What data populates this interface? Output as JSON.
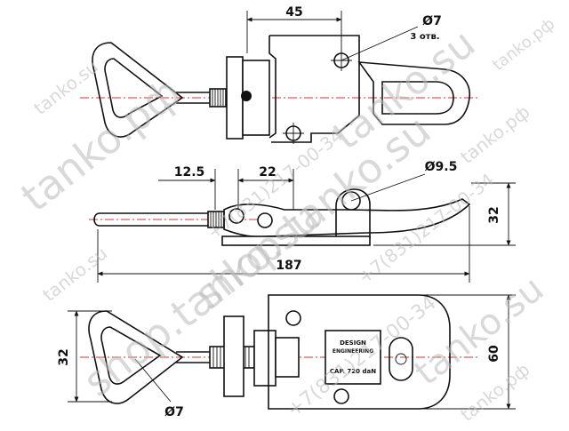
{
  "dimensions": {
    "top_width": "45",
    "hole_top": "Ø7",
    "hole_count": "3 отв.",
    "offset_left": "12.5",
    "offset_mid": "22",
    "pin_hole": "Ø9.5",
    "side_height": "32",
    "total_length": "187",
    "loop_height": "32",
    "base_width": "60",
    "rod_diameter": "Ø7"
  },
  "plate": {
    "brand_line1": "DESIGN",
    "brand_line2": "ENGINEERING",
    "capacity": "CAP. 720 daN"
  },
  "watermarks": {
    "w1": "tanko.su",
    "w2": "tanko.рф",
    "w3": "shop.tanko.su",
    "w4": "+7(831)217-00-34",
    "w5": "tanko.su",
    "w6": "+7(831)217-00-34",
    "w7": "tanko.su",
    "w8": "tanko.рф",
    "w9": "shop.tanko.su",
    "w10": "tanko.su",
    "w11": "+7(831)217-00-34",
    "w12": "tanko.рф",
    "w13": "tanko.рф"
  }
}
